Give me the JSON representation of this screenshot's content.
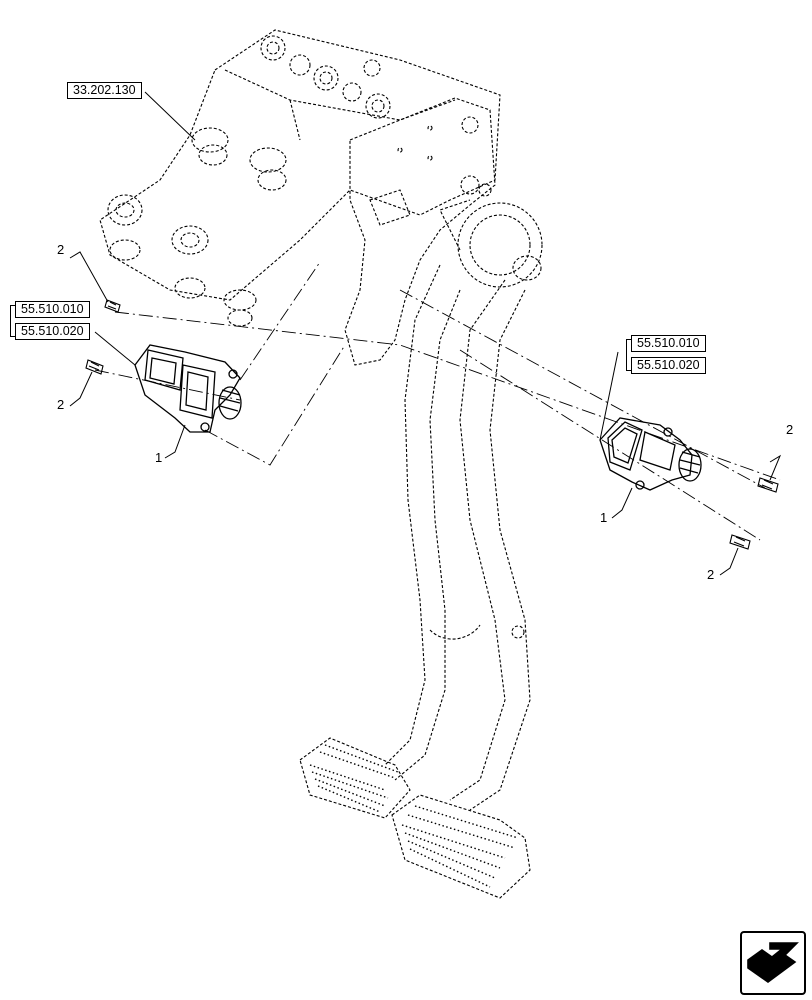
{
  "diagram": {
    "references": {
      "top": "33.202.130",
      "left_1": "55.510.010",
      "left_2": "55.510.020",
      "right_1": "55.510.010",
      "right_2": "55.510.020"
    },
    "callouts": {
      "screw_upper_left": "2",
      "screw_lower_left": "2",
      "sensor_left": "1",
      "screw_upper_right": "2",
      "sensor_right": "1",
      "screw_lower_right": "2"
    },
    "nav_icon": "arrow-navigation-icon"
  }
}
